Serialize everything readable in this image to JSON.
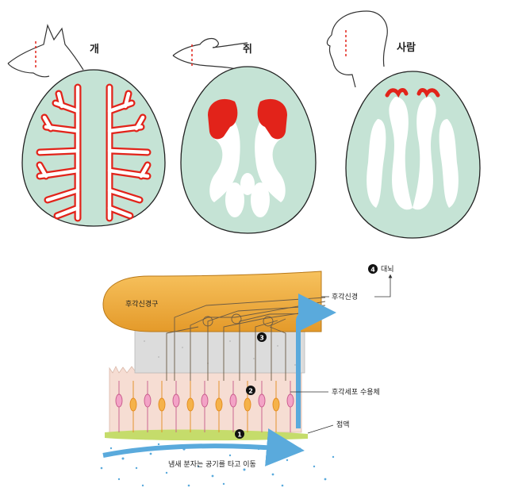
{
  "species": [
    {
      "key": "dog",
      "label": "개"
    },
    {
      "key": "mouse",
      "label": "쥐"
    },
    {
      "key": "human",
      "label": "사람"
    }
  ],
  "diagram": {
    "olfactory_bulb": "후각신경구",
    "olfactory_nerve": "후각신경",
    "brain": "대뇌",
    "receptor": "후각세포 수용체",
    "mucus": "점액",
    "airflow": "냄새 분자는 공기를 타고 이동",
    "steps": [
      "1",
      "2",
      "3",
      "4"
    ]
  },
  "colors": {
    "brain_fill": "#c5e3d5",
    "highlight": "#e2231a",
    "bulb": "#f0ad3b",
    "bone": "#dcdcdc",
    "tissue": "#f6ddd3",
    "air": "#5aaadc",
    "mucus": "#c5dc6b"
  }
}
